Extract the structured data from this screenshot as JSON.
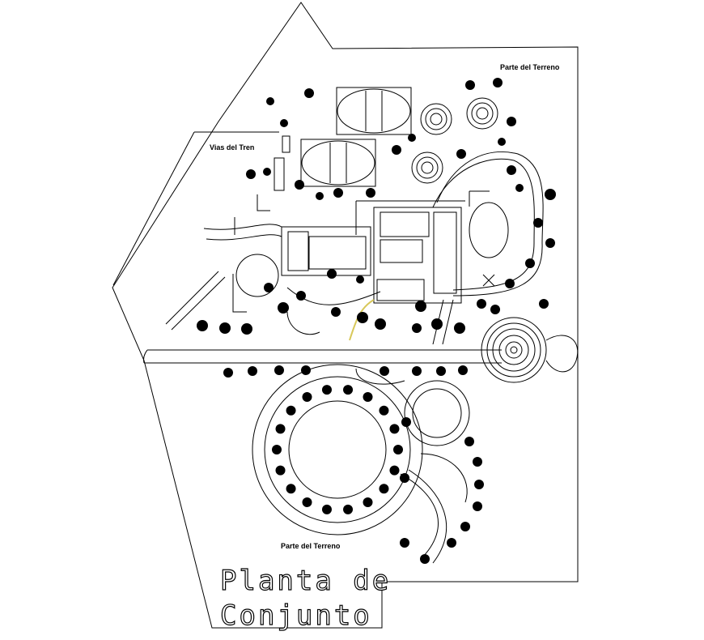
{
  "plan": {
    "title_line1": "Planta de",
    "title_line2": "Conjunto",
    "labels": {
      "parte_terreno_top": "Parte del Terreno",
      "vias_del_tren": "Vias del Tren",
      "parte_terreno_bottom": "Parte del Terreno"
    },
    "colors": {
      "linework": "#000000",
      "path_accent": "#d8c85a",
      "background": "#ffffff"
    }
  }
}
